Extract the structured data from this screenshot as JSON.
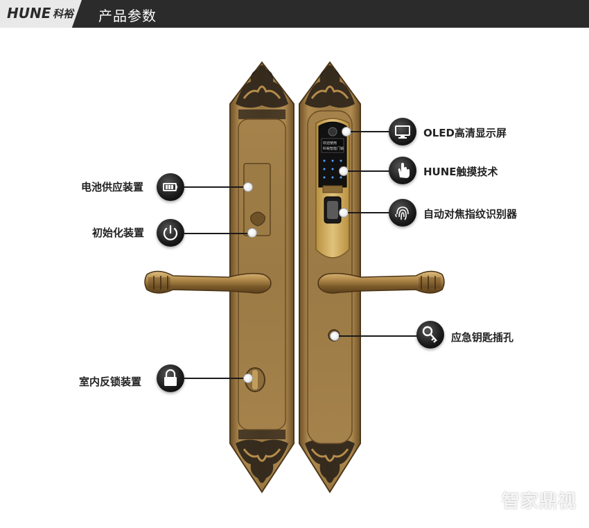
{
  "header": {
    "brand_en": "HUNE",
    "brand_cn": "科裕",
    "title": "产品参数"
  },
  "left_callouts": [
    {
      "label": "电池供应装置",
      "icon": "battery-icon"
    },
    {
      "label": "初始化装置",
      "icon": "power-icon"
    },
    {
      "label": "室内反锁装置",
      "icon": "padlock-icon"
    }
  ],
  "right_callouts": [
    {
      "label": "OLED高清显示屏",
      "icon": "monitor-icon"
    },
    {
      "label": "HUNE触摸技术",
      "icon": "touch-hand-icon"
    },
    {
      "label": "自动对焦指纹识别器",
      "icon": "fingerprint-icon"
    },
    {
      "label": "应急钥匙插孔",
      "icon": "key-icon"
    }
  ],
  "oled_screen": {
    "line1": "欢迎使用",
    "line2": "科裕智能门锁"
  },
  "watermark": "智家鼎视",
  "colors": {
    "header_bg": "#2b2b2b",
    "bronze": "#a9834a",
    "bronze_dark": "#6b4e25",
    "ornament": "#2a2219"
  }
}
